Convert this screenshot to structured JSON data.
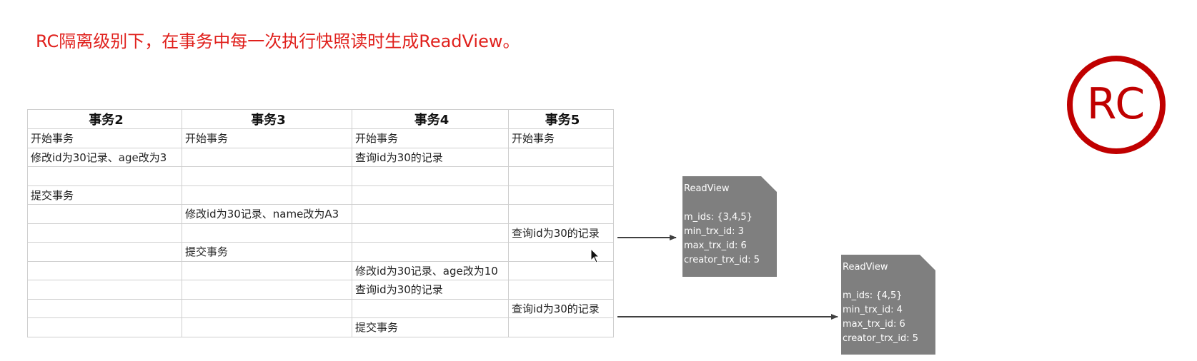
{
  "headline": "RC隔离级别下，在事务中每一次执行快照读时生成ReadView。",
  "badge": {
    "text": "RC"
  },
  "colors": {
    "accent_red": "#e0201c",
    "badge_red": "#c00000",
    "note_gray": "#7f7f7f",
    "arrow": "#404040"
  },
  "table": {
    "headers": [
      "事务2",
      "事务3",
      "事务4",
      "事务5"
    ],
    "rows": [
      [
        "开始事务",
        "开始事务",
        "开始事务",
        "开始事务"
      ],
      [
        "修改id为30记录、age改为3",
        "",
        "查询id为30的记录",
        ""
      ],
      [
        "",
        "",
        "",
        ""
      ],
      [
        "提交事务",
        "",
        "",
        ""
      ],
      [
        "",
        "修改id为30记录、name改为A3",
        "",
        ""
      ],
      [
        "",
        "",
        "",
        "查询id为30的记录"
      ],
      [
        "",
        "提交事务",
        "",
        ""
      ],
      [
        "",
        "",
        "修改id为30记录、age改为10",
        ""
      ],
      [
        "",
        "",
        "查询id为30的记录",
        ""
      ],
      [
        "",
        "",
        "",
        "查询id为30的记录"
      ],
      [
        "",
        "",
        "提交事务",
        ""
      ]
    ]
  },
  "readviews": [
    {
      "title": "ReadView",
      "m_ids": "m_ids: {3,4,5}",
      "min_trx_id": "min_trx_id: 3",
      "max_trx_id": "max_trx_id: 6",
      "creator_trx_id": "creator_trx_id: 5"
    },
    {
      "title": "ReadView",
      "m_ids": "m_ids: {4,5}",
      "min_trx_id": "min_trx_id: 4",
      "max_trx_id": "max_trx_id: 6",
      "creator_trx_id": "creator_trx_id: 5"
    }
  ],
  "icons": [
    "mouse-pointer-icon",
    "arrow-right-icon"
  ]
}
